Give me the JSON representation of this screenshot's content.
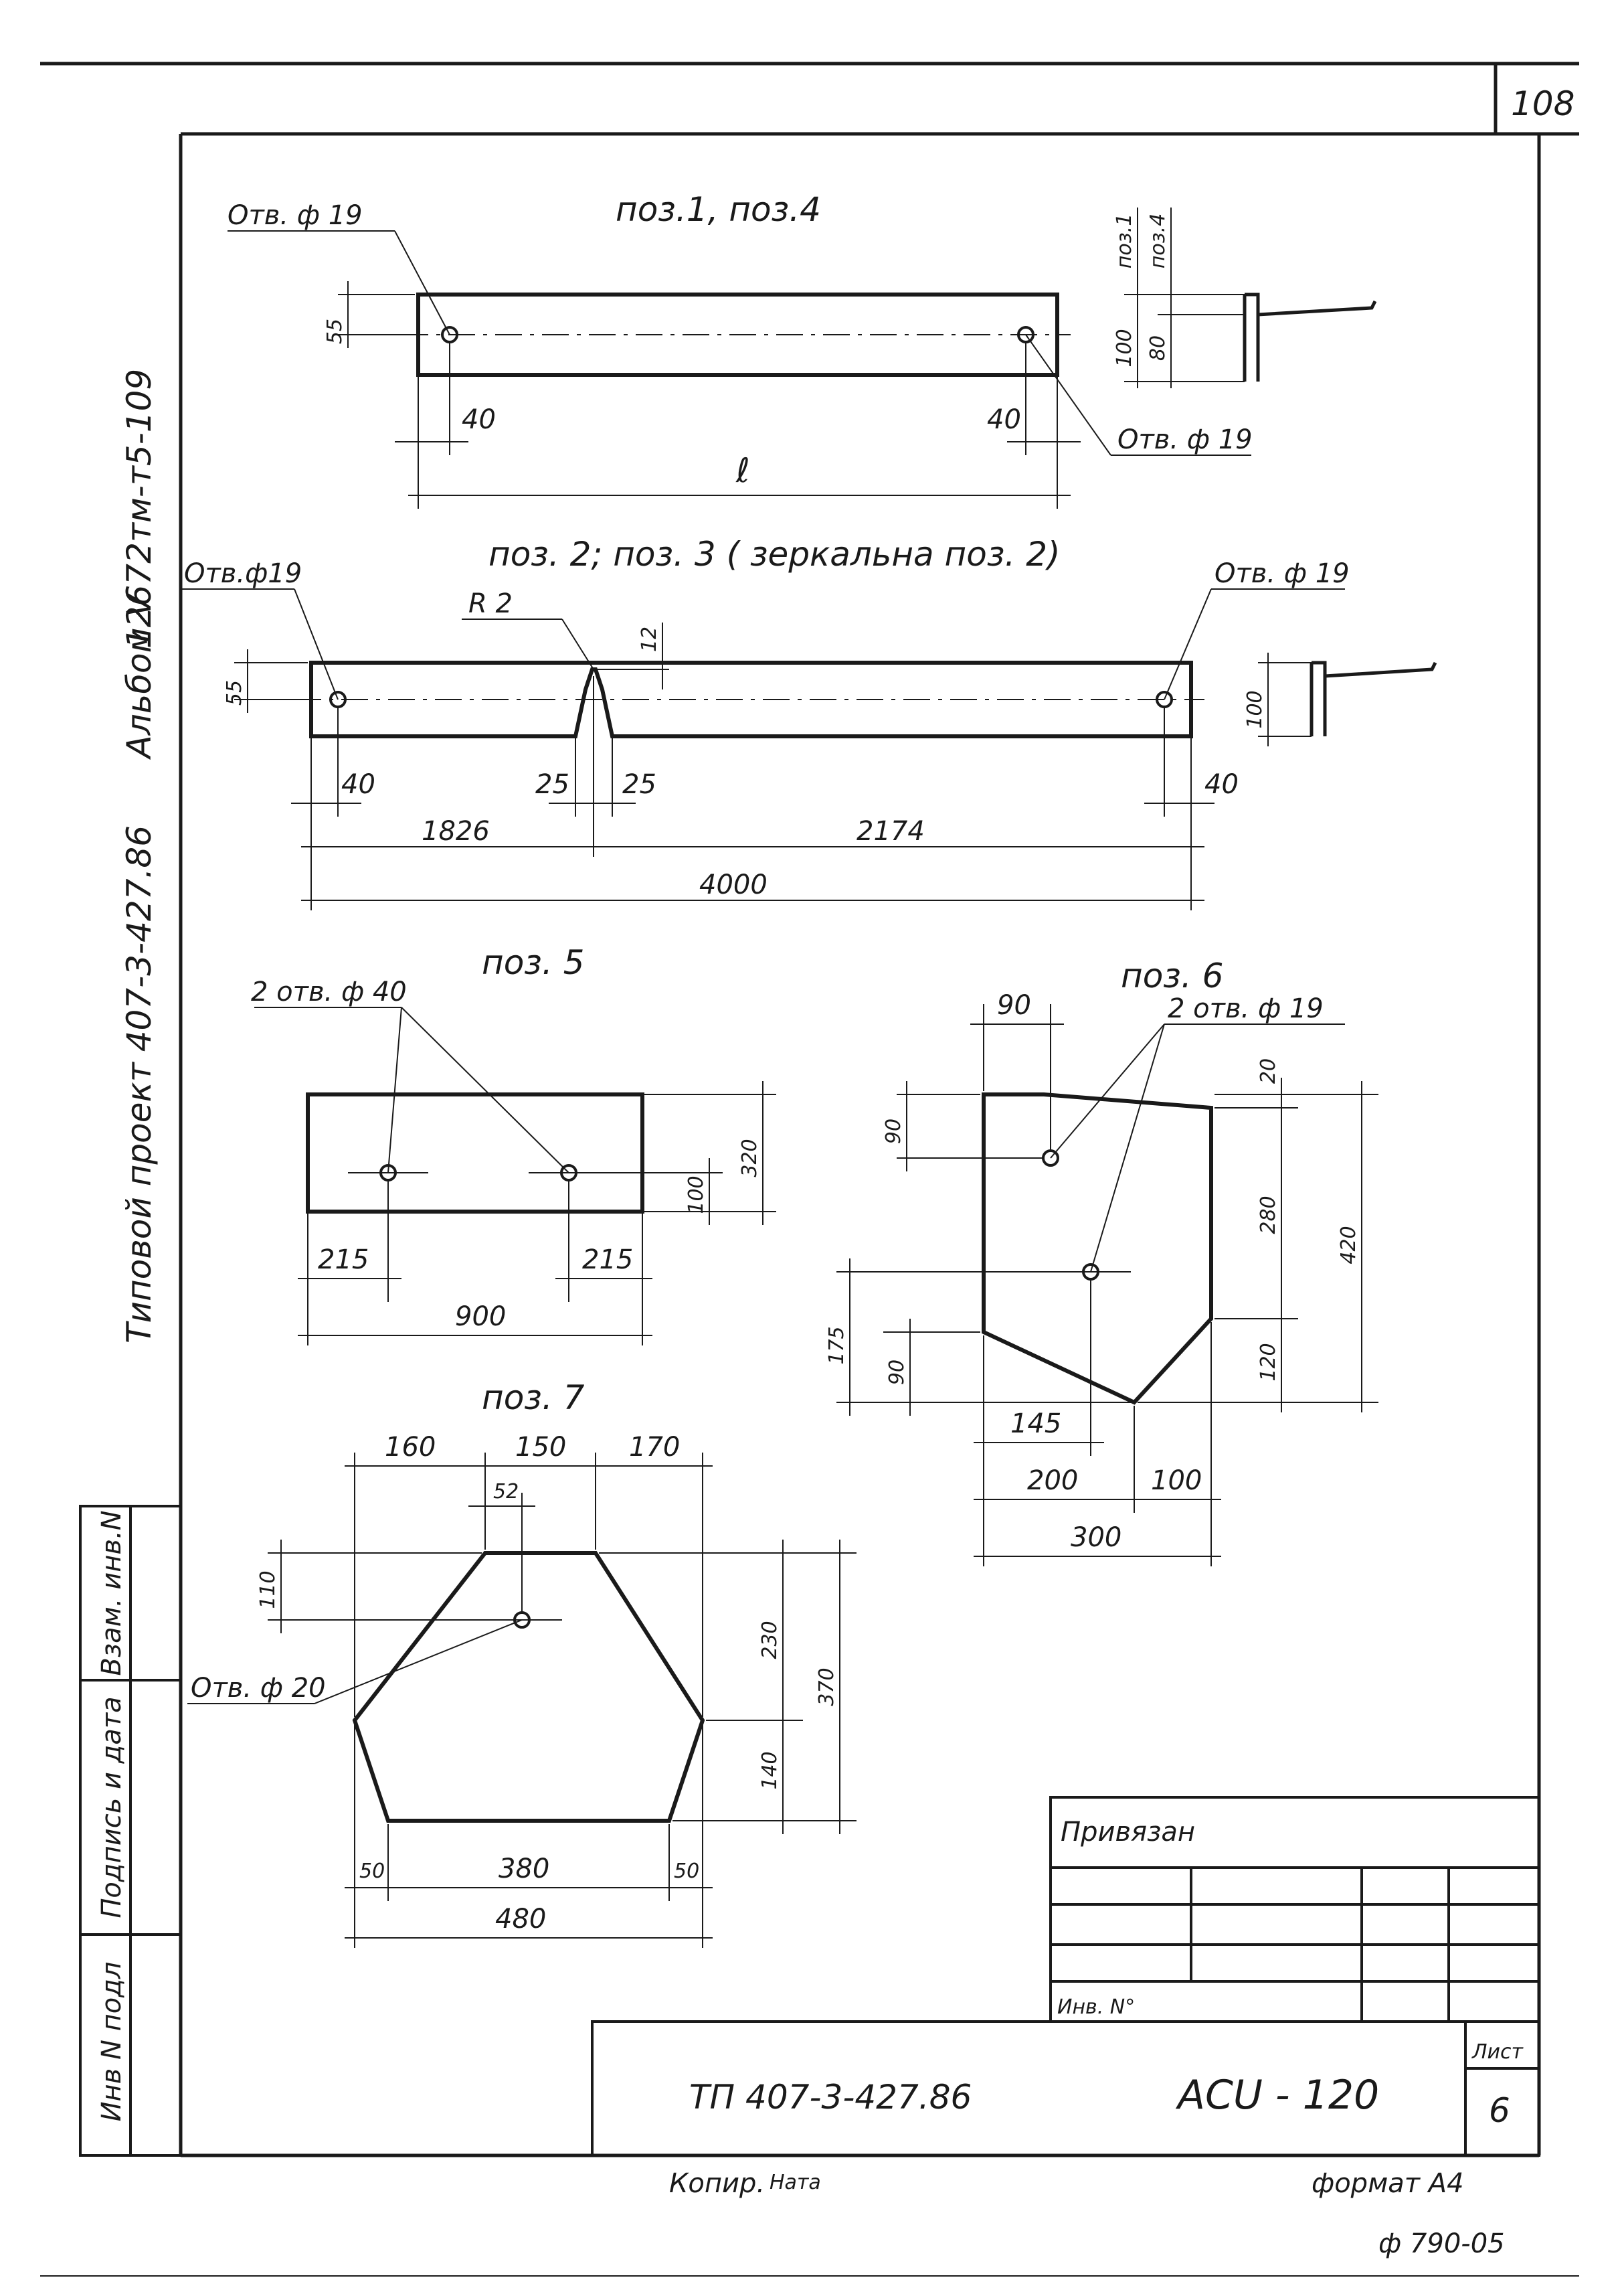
{
  "page_number": "108",
  "side_labels": {
    "inventory_code": "12672тм-т5-109",
    "album": "Альбом V",
    "project": "Типовой проект 407-3-427.86"
  },
  "left_strip": {
    "inv_orig": "Инв N подл",
    "signature": "Подпись и дата",
    "replaced": "Взам. инв.N"
  },
  "part1": {
    "title": "поз.1, поз.4",
    "hole_left": "Отв. ф 19",
    "hole_right": "Отв. ф 19",
    "dim_55": "55",
    "dim_40_left": "40",
    "dim_40_right": "40",
    "dim_length": "ℓ",
    "section_p1": "поз.1",
    "section_p4": "поз.4",
    "section_100": "100",
    "section_80": "80"
  },
  "part2": {
    "title": "поз. 2; поз. 3 ( зеркальна поз. 2)",
    "hole_left": "Отв.ф19",
    "hole_right": "Отв. ф 19",
    "radius": "R 2",
    "dim_12": "12",
    "dim_55": "55",
    "dim_40_left": "40",
    "dim_25_left": "25",
    "dim_25_right": "25",
    "dim_40_right": "40",
    "dim_1826": "1826",
    "dim_2174": "2174",
    "dim_4000": "4000",
    "section_100": "100"
  },
  "part5": {
    "title": "поз. 5",
    "holes": "2 отв. ф 40",
    "dim_320": "320",
    "dim_100": "100",
    "dim_215_left": "215",
    "dim_215_right": "215",
    "dim_900": "900"
  },
  "part6": {
    "title": "поз. 6",
    "holes": "2 отв. ф 19",
    "dim_90_top": "90",
    "dim_90_left": "90",
    "dim_20": "20",
    "dim_280": "280",
    "dim_420": "420",
    "dim_175": "175",
    "dim_90_bottom": "90",
    "dim_120": "120",
    "dim_145": "145",
    "dim_200": "200",
    "dim_100": "100",
    "dim_300": "300"
  },
  "part7": {
    "title": "поз. 7",
    "hole": "Отв. ф 20",
    "dim_160": "160",
    "dim_150": "150",
    "dim_170": "170",
    "dim_52": "52",
    "dim_110": "110",
    "dim_230": "230",
    "dim_140": "140",
    "dim_370": "370",
    "dim_50_left": "50",
    "dim_380": "380",
    "dim_50_right": "50",
    "dim_480": "480"
  },
  "title_block": {
    "attached": "Привязан",
    "inv_no": "Инв. N°",
    "doc_code": "ТП 407-3-427.86",
    "drawing_code": "АСU - 120",
    "sheet_label": "Лист",
    "sheet_number": "6"
  },
  "footer": {
    "copied": "Копир.",
    "copier_signature": "Ната",
    "format": "формат А4",
    "stamp": "ф 790-05"
  }
}
